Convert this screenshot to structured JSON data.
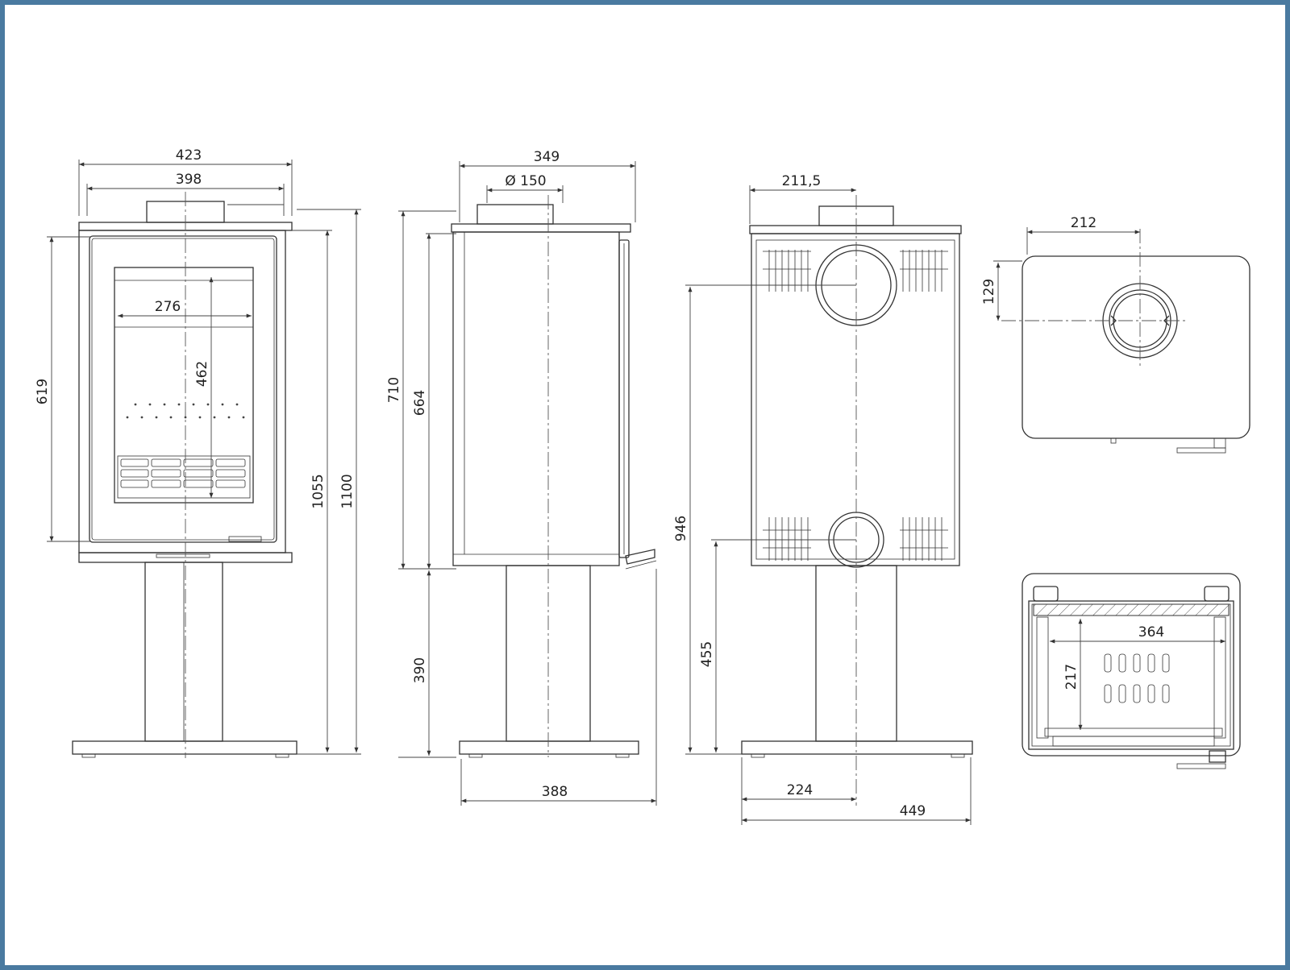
{
  "dimensions": {
    "front_total_width": "423",
    "front_body_width": "398",
    "glass_width": "276",
    "glass_height": "462",
    "door_height": "619",
    "height_to_flue": "1055",
    "total_height": "1100",
    "side_depth": "349",
    "flue_diameter": "Ø 150",
    "side_body_height_outer": "710",
    "side_body_height": "664",
    "pedestal_height": "390",
    "side_base_width": "388",
    "rear_flue_center": "211,5",
    "rear_outlet_height": "946",
    "rear_lower_outlet_height": "455",
    "rear_base_half": "224",
    "rear_base_width": "449",
    "top_flue_offset": "212",
    "top_flue_depth": "129",
    "firebox_width": "364",
    "firebox_depth": "217"
  },
  "colors": {
    "frame": "#4a7aa0",
    "line": "#333333"
  }
}
